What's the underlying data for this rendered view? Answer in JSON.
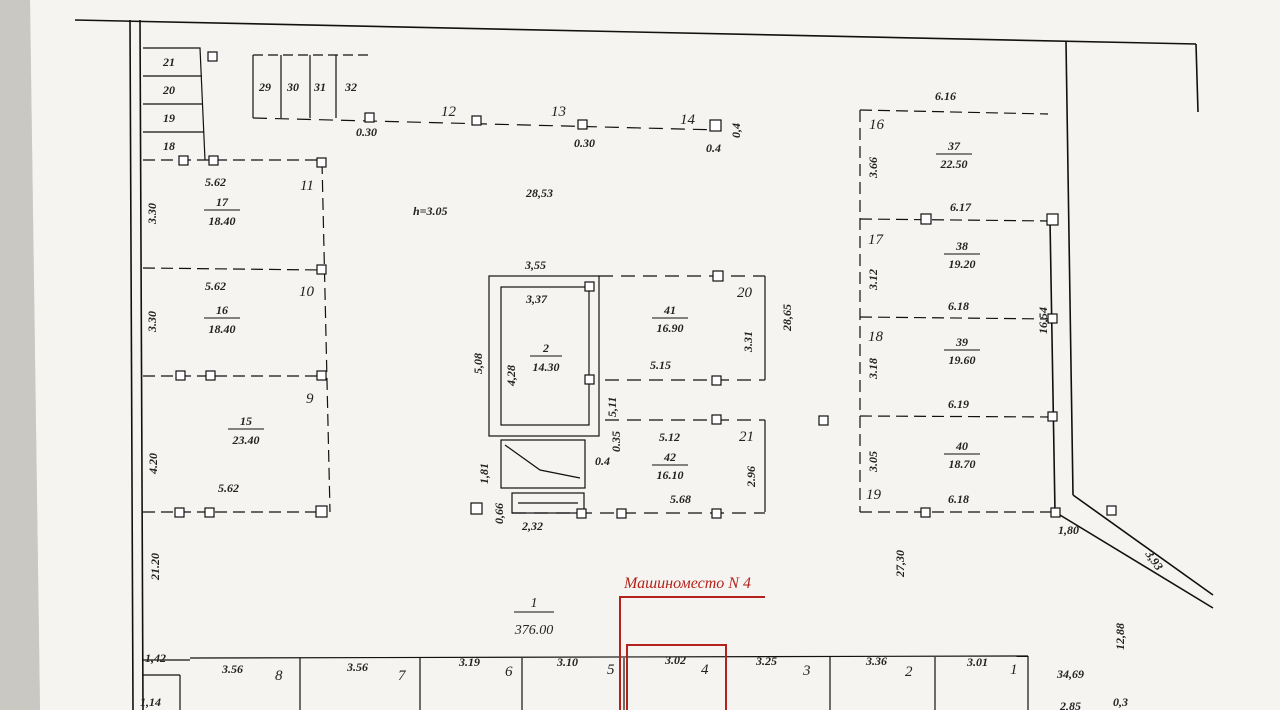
{
  "plan": {
    "parking_caption": "Машиноместо N 4",
    "height_note": "h=3.05",
    "rooms": [
      {
        "num": "1",
        "area": "376.00"
      },
      {
        "num": "2",
        "area": "14.30"
      },
      {
        "num": "15",
        "area": "23.40"
      },
      {
        "num": "16",
        "area": "18.40"
      },
      {
        "num": "17",
        "area": "18.40"
      },
      {
        "num": "37",
        "area": "22.50"
      },
      {
        "num": "38",
        "area": "19.20"
      },
      {
        "num": "39",
        "area": "19.60"
      },
      {
        "num": "40",
        "area": "18.70"
      },
      {
        "num": "41",
        "area": "16.90"
      },
      {
        "num": "42",
        "area": "16.10"
      }
    ],
    "stalls_top": [
      "29",
      "30",
      "31",
      "32"
    ],
    "stalls_left": [
      "21",
      "20",
      "19",
      "18"
    ],
    "axis_labels": [
      "11",
      "10",
      "9",
      "12",
      "13",
      "14",
      "16",
      "17",
      "18",
      "19",
      "20",
      "21"
    ],
    "parking_numbers": [
      "8",
      "7",
      "6",
      "5",
      "4",
      "3",
      "2",
      "1"
    ],
    "dimensions": {
      "d_562a": "5.62",
      "d_562b": "5.62",
      "d_562c": "5.62",
      "d_330a": "3.30",
      "d_330b": "3.30",
      "d_420": "4.20",
      "d_2120": "21.20",
      "d_030a": "0.30",
      "d_030b": "0.30",
      "d_04a": "0.4",
      "d_04b": "0,4",
      "d_2853": "28,53",
      "d_355": "3,55",
      "d_337": "3,37",
      "d_508": "5,08",
      "d_428": "4,28",
      "d_515": "5.15",
      "d_511": "5,11",
      "d_035": "0.35",
      "d_04c": "0.4",
      "d_512": "5.12",
      "d_568": "5.68",
      "d_181": "1,81",
      "d_066": "0,66",
      "d_232": "2,32",
      "d_331": "3.31",
      "d_296": "2.96",
      "d_2865": "28,65",
      "d_616": "6.16",
      "d_617": "6.17",
      "d_618a": "6.18",
      "d_619": "6.19",
      "d_618b": "6.18",
      "d_366": "3.66",
      "d_312": "3.12",
      "d_318": "3.18",
      "d_305": "3.05",
      "d_1654": "16,54",
      "d_2730": "27,30",
      "d_180": "1,80",
      "d_393": "3,93",
      "d_1288": "12,88",
      "d_3469": "34,69",
      "d_285": "2,85",
      "d_03": "0,3",
      "d_142": "1,42",
      "d_114": "1,14",
      "d_356a": "3.56",
      "d_356b": "3.56",
      "d_319": "3.19",
      "d_310": "3.10",
      "d_302": "3.02",
      "d_325": "3.25",
      "d_336": "3.36",
      "d_301": "3.01"
    }
  }
}
